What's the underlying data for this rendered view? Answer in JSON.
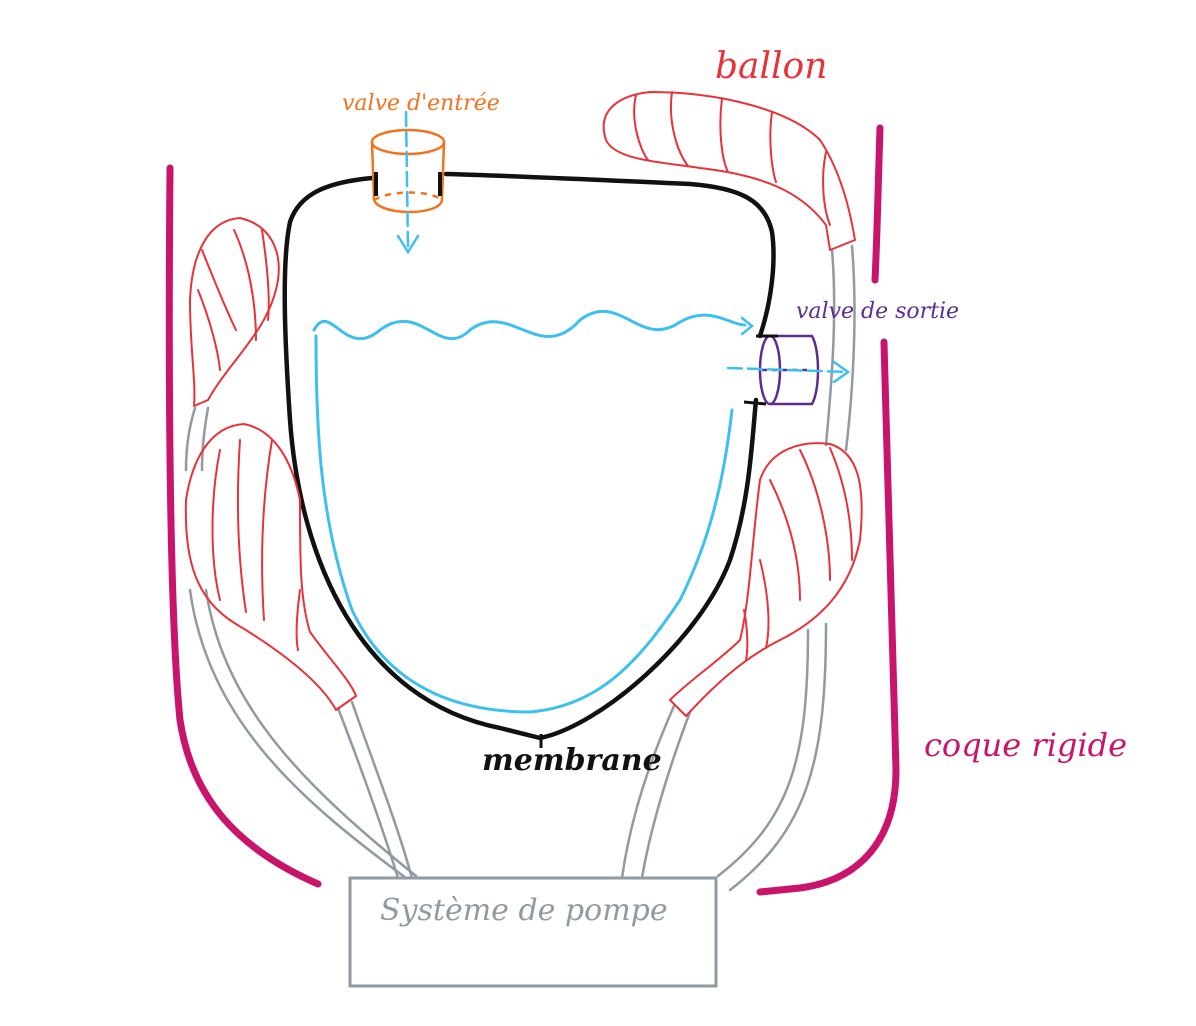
{
  "labels": {
    "balloon": "ballon",
    "inlet_valve": "valve d'entrée",
    "outlet_valve": "valve de sortie",
    "rigid_shell": "coque rigide",
    "membrane": "membrane",
    "pump_system": "Système de pompe"
  },
  "colors": {
    "shell": "#c8146a",
    "balloon": "#e8323a",
    "tube": "#8f9aa2",
    "membrane": "#111111",
    "fluid": "#3cc1ee",
    "inlet_valve": "#f27220",
    "outlet_valve": "#5b2d91",
    "pump_box": "#8f9aa2"
  }
}
